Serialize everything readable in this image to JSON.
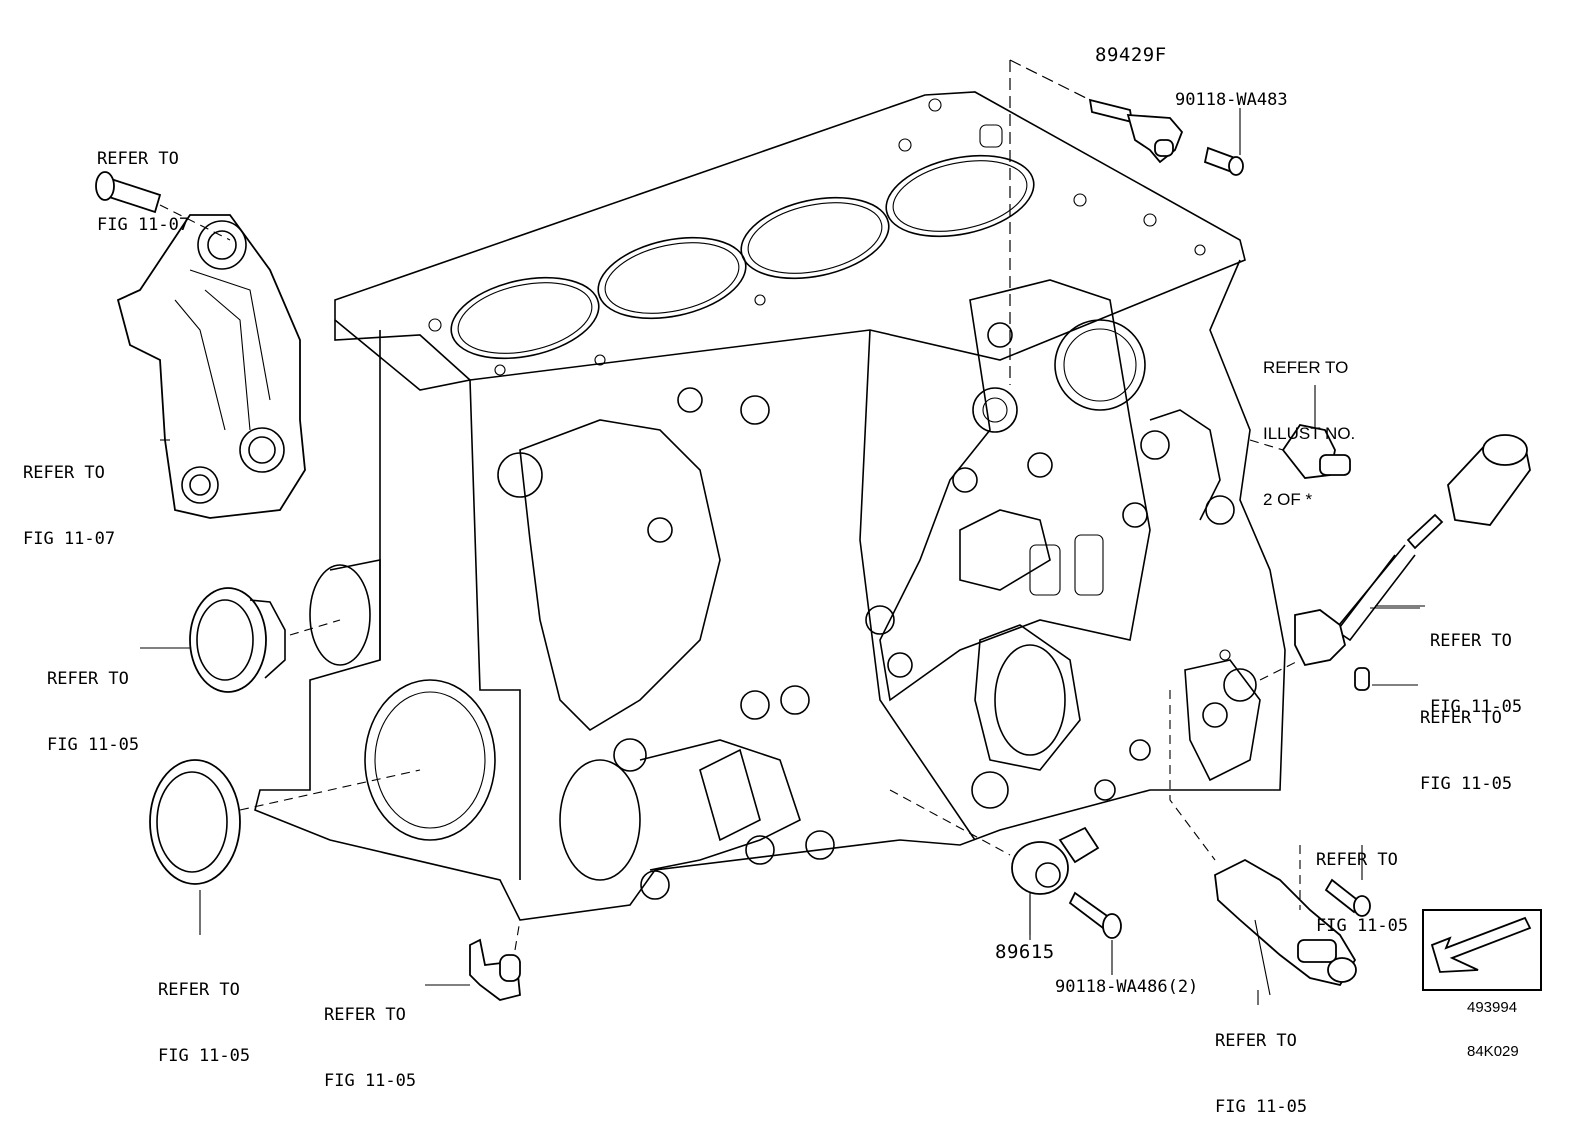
{
  "labels": {
    "refer_fig_11_07_top": [
      "REFER TO",
      "FIG 11-07"
    ],
    "refer_fig_11_07_left": [
      "REFER TO",
      "FIG 11-07"
    ],
    "refer_fig_11_05_seal_small": [
      "REFER TO",
      "FIG 11-05"
    ],
    "refer_fig_11_05_seal_large": [
      "REFER TO",
      "FIG 11-05"
    ],
    "refer_fig_11_05_bottom": [
      "REFER TO",
      "FIG 11-05"
    ],
    "refer_illust": [
      "REFER TO",
      "ILLUST NO.",
      "2 OF *"
    ],
    "refer_fig_11_05_dipstick": [
      "REFER TO",
      "FIG 11-05"
    ],
    "refer_fig_11_05_pin": [
      "REFER TO",
      "FIG 11-05"
    ],
    "refer_fig_11_05_bolt": [
      "REFER TO",
      "FIG 11-05"
    ],
    "refer_fig_11_05_sensor": [
      "REFER TO",
      "FIG 11-05"
    ]
  },
  "part_numbers": {
    "cam_sensor": "89429F",
    "cam_bolt": "90118-WA483",
    "knock_sensor": "89615",
    "knock_bolt": "90118-WA486(2)"
  },
  "inset": {
    "code": "493994"
  },
  "figure_code": "84K029"
}
